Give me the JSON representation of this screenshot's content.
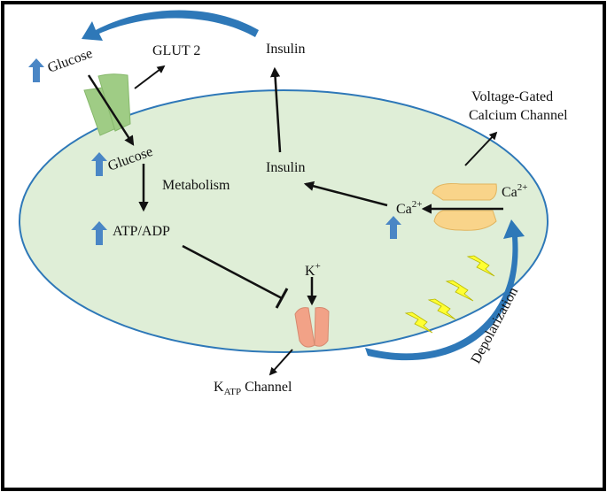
{
  "labels": {
    "glucose_outside": "Glucose",
    "glut2": "GLUT 2",
    "insulin_released": "Insulin",
    "voltage_gated_line1": "Voltage-Gated",
    "voltage_gated_line2": "Calcium Channel",
    "glucose_inside": "Glucose",
    "metabolism": "Metabolism",
    "insulin_inside": "Insulin",
    "atp_adp": "ATP/ADP",
    "ca_inside_base": "Ca",
    "ca_inside_sup": "2+",
    "ca_outside_base": "Ca",
    "ca_outside_sup": "2+",
    "k_base": "K",
    "k_sup": "+",
    "katp_base": "K",
    "katp_sub": "ATP",
    "katp_rest": " Channel",
    "depolarization": "Depolarization"
  },
  "colors": {
    "cell_fill": "#dfeed7",
    "cell_stroke": "#2e78b8",
    "glut_channel": "#9fcc85",
    "ca_channel": "#f9d48a",
    "k_channel": "#f2a287",
    "up_arrow": "#4a86c5",
    "curved_arrow": "#2e78b8",
    "lightning": "#ffff33"
  },
  "icons": {
    "up": "up-arrow-icon",
    "lightning": "lightning-bolt-icon"
  }
}
